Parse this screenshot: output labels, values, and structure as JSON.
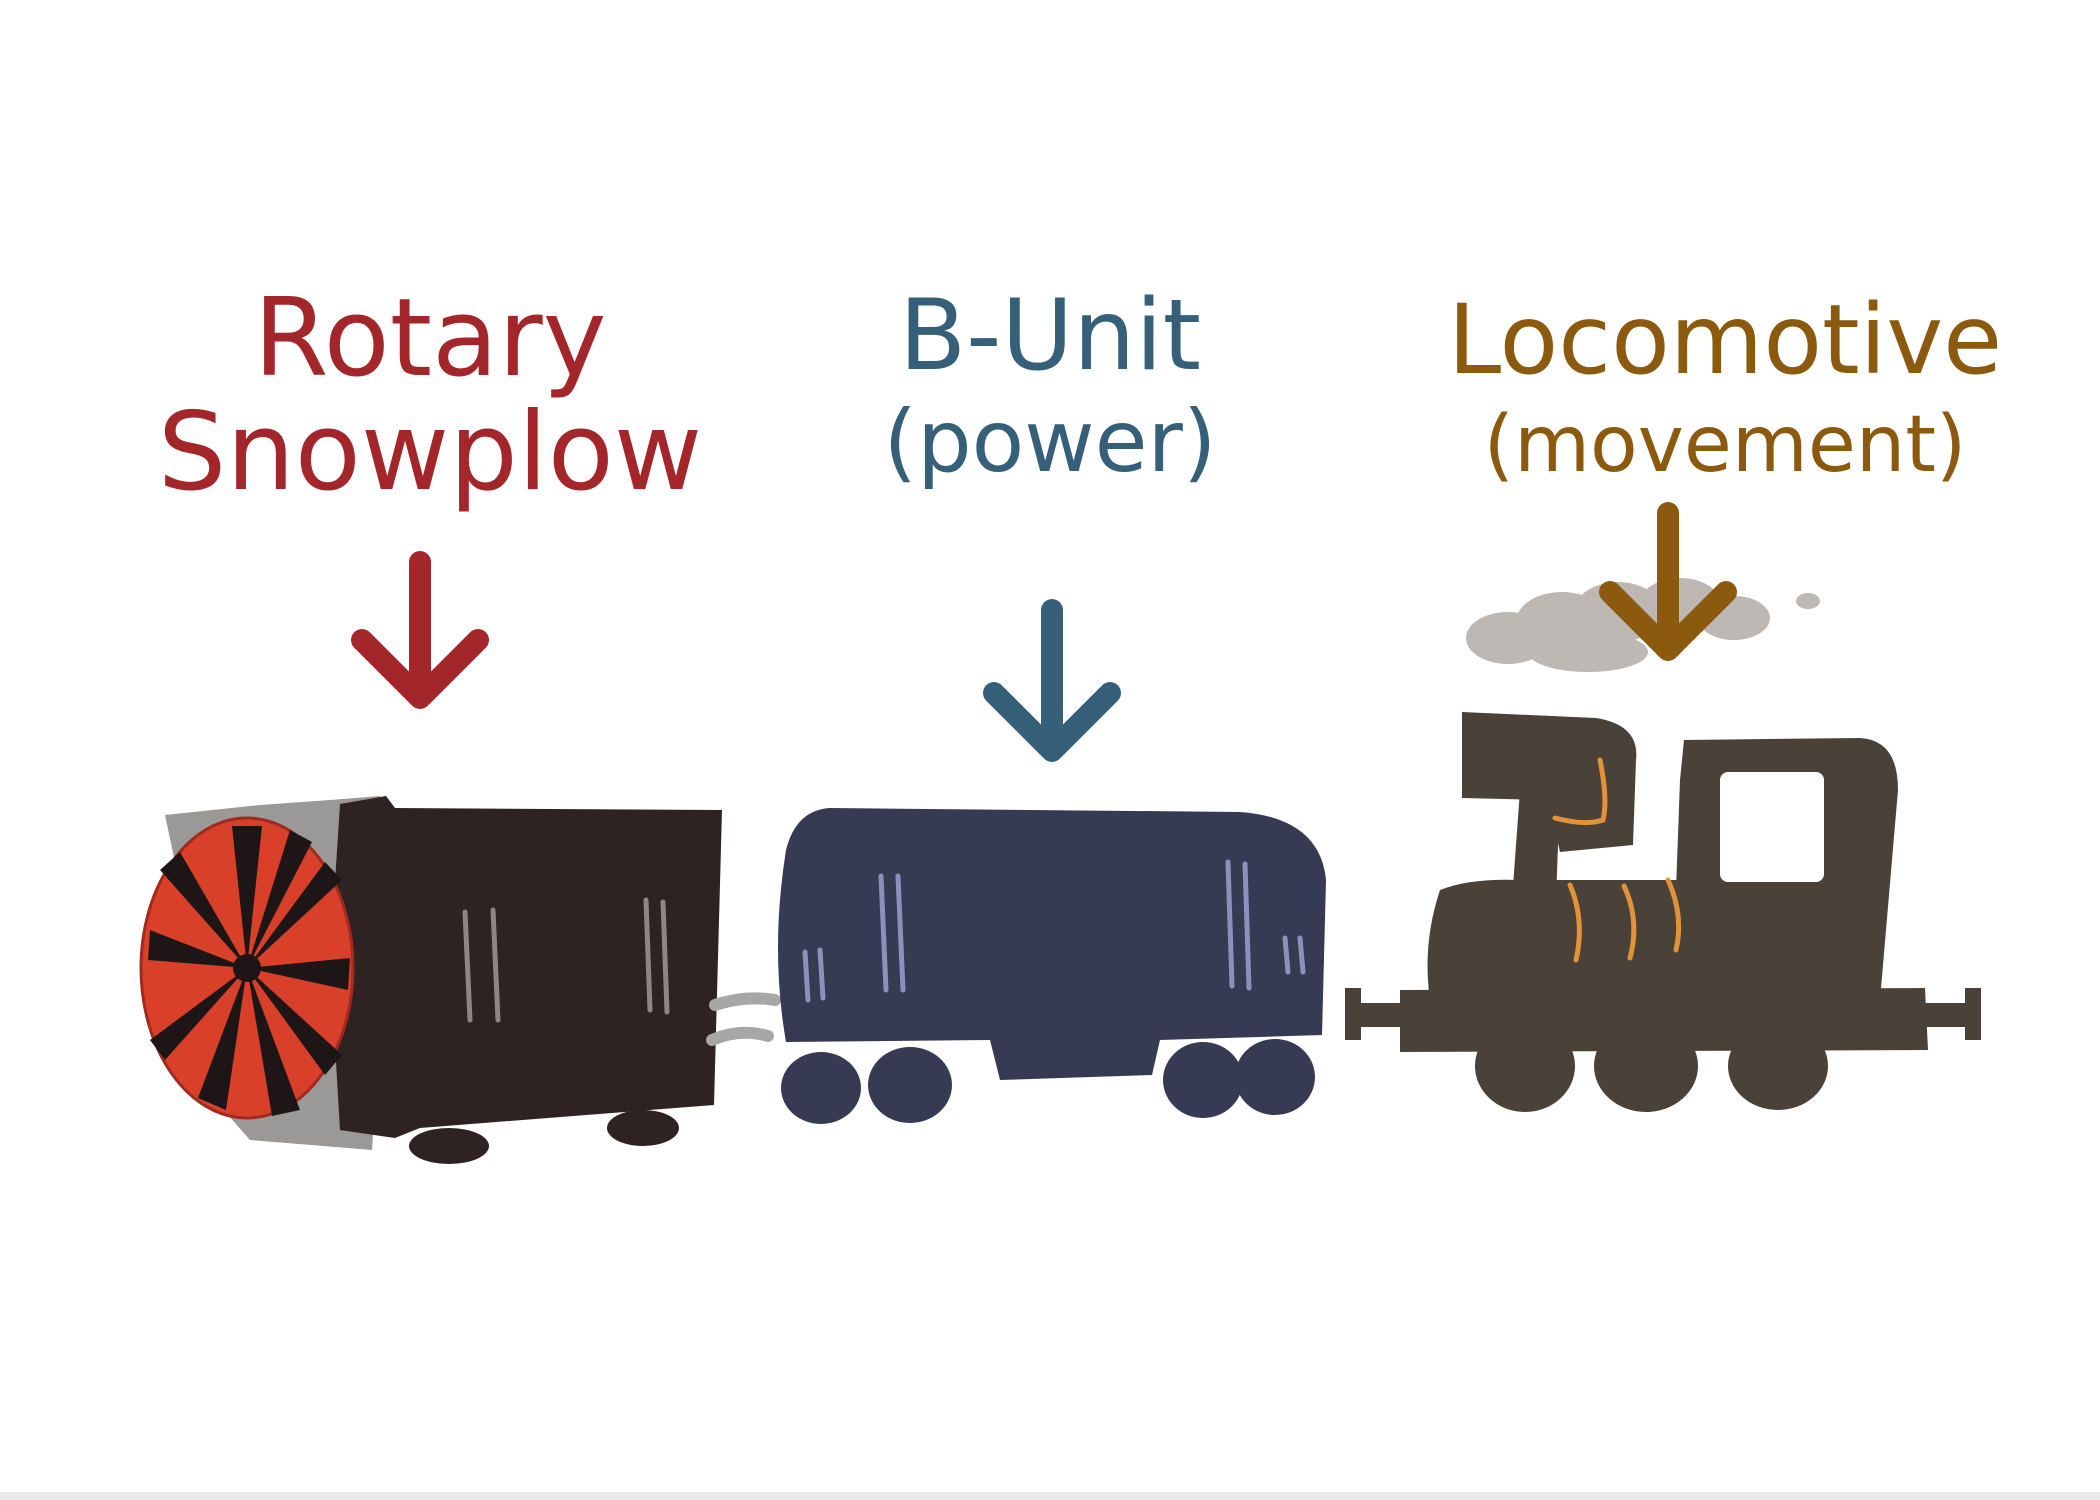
{
  "labels": {
    "rotary": {
      "line1": "Rotary",
      "line2": "Snowplow"
    },
    "bunit": {
      "line1": "B-Unit",
      "line2": "(power)"
    },
    "loco": {
      "line1": "Locomotive",
      "line2": "(movement)"
    }
  },
  "colors": {
    "rotary": "#a3262a",
    "bunit": "#36607a",
    "loco": "#8c5a0e",
    "plow_body": "#2e2322",
    "plow_blades": "#d8402a",
    "bunit_body": "#363a52",
    "loco_body": "#4a4238",
    "loco_trim": "#e2933a",
    "smoke": "#bdb8b3"
  },
  "icons": [
    "down-arrow-icon",
    "rotary-snowplow-car",
    "b-unit-car",
    "steam-locomotive"
  ]
}
